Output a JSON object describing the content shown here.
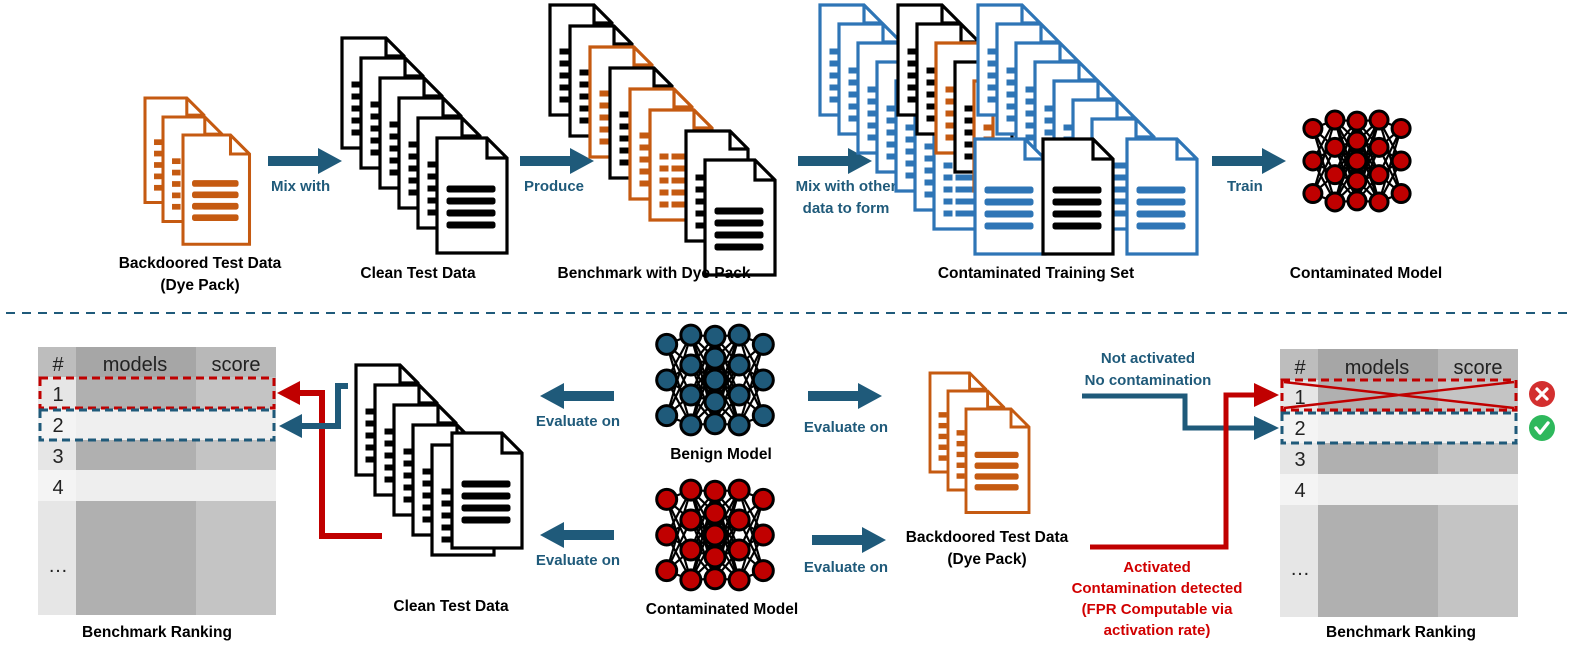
{
  "colors": {
    "orange": "#c55a11",
    "black": "#000000",
    "blue": "#2e75b6",
    "teal": "#1f5a7a",
    "red": "#c00000",
    "node_red": "#c00000",
    "node_teal": "#1f5a7a",
    "check_green": "#2eb85c"
  },
  "top": {
    "backdoored_label": [
      "Backdoored Test Data",
      "(Dye Pack)"
    ],
    "clean_label": "Clean Test Data",
    "benchmark_label": "Benchmark with Dye Pack",
    "training_label": "Contaminated Training Set",
    "model_label": "Contaminated Model",
    "arrow_mix": "Mix with",
    "arrow_produce": "Produce",
    "arrow_mix_other": [
      "Mix with other",
      "data to form"
    ],
    "arrow_train": "Train"
  },
  "bottom": {
    "left_table": {
      "headers": [
        "#",
        "models",
        "score"
      ],
      "rows": [
        "1",
        "2",
        "3",
        "4",
        "…"
      ],
      "caption": "Benchmark Ranking"
    },
    "right_table": {
      "headers": [
        "#",
        "models",
        "score"
      ],
      "rows": [
        "1",
        "2",
        "3",
        "4",
        "…"
      ],
      "caption": "Benchmark Ranking"
    },
    "clean_label": "Clean Test Data",
    "benign_label": "Benign Model",
    "contaminated_label": "Contaminated Model",
    "evaluate_on": "Evaluate on",
    "backdoored_label": [
      "Backdoored Test Data",
      "(Dye Pack)"
    ],
    "not_activated": [
      "Not activated",
      "No contamination"
    ],
    "activated": [
      "Activated",
      "Contamination detected",
      "(FPR Computable via",
      "activation rate)"
    ]
  }
}
